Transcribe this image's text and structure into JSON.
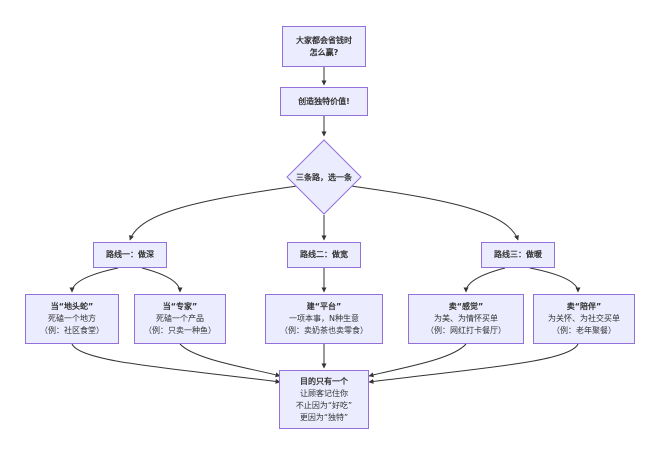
{
  "colors": {
    "node_fill": "#ececff",
    "node_border": "#9370db",
    "edge": "#333333",
    "text": "#333333"
  },
  "nodes": {
    "question": {
      "line1": "大家都会省钱时",
      "line2": "怎么赢?"
    },
    "value": {
      "line1": "创造独特价值!"
    },
    "choice": {
      "line1": "三条路，选一条"
    },
    "deep": {
      "line1": "路线一：做深"
    },
    "wide": {
      "line1": "路线二：做宽"
    },
    "warm": {
      "line1": "路线三：做暖"
    },
    "boss": {
      "line1": "当“地头蛇”",
      "line2": "死磕一个地方",
      "line3": "（例：社区食堂）"
    },
    "expert": {
      "line1": "当“专家”",
      "line2": "死磕一个产品",
      "line3": "（例：只卖一种鱼）"
    },
    "platform": {
      "line1": "建“平台”",
      "line2": "一项本事，N种生意",
      "line3": "（例：卖奶茶也卖零食）"
    },
    "feeling": {
      "line1": "卖“感觉”",
      "line2": "为美、为情怀买单",
      "line3": "（例：网红打卡餐厅）"
    },
    "company": {
      "line1": "卖“陪伴”",
      "line2": "为关怀、为社交买单",
      "line3": "（例：老年聚餐）"
    },
    "goal": {
      "line1": "目的只有一个",
      "line2": "让顾客记住你",
      "line3": "不止因为“好吃”",
      "line4": "更因为“独特”"
    }
  }
}
